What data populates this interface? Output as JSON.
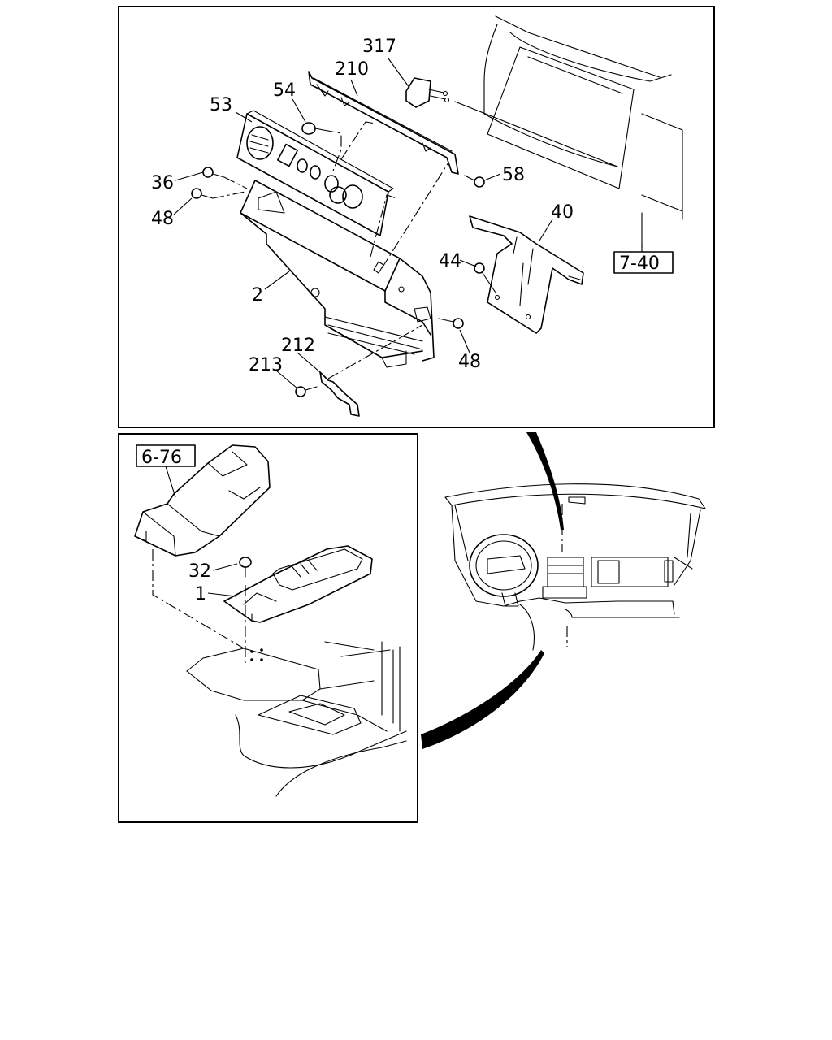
{
  "top_panel": {
    "callouts": {
      "c317": "317",
      "c210": "210",
      "c54": "54",
      "c53": "53",
      "c36": "36",
      "c48a": "48",
      "c58": "58",
      "c40": "40",
      "c44": "44",
      "c2": "2",
      "c212": "212",
      "c213": "213",
      "c48b": "48"
    },
    "reference_box": "7-40"
  },
  "bottom_left_panel": {
    "callouts": {
      "c32": "32",
      "c1": "1"
    },
    "reference_box": "6-76"
  }
}
